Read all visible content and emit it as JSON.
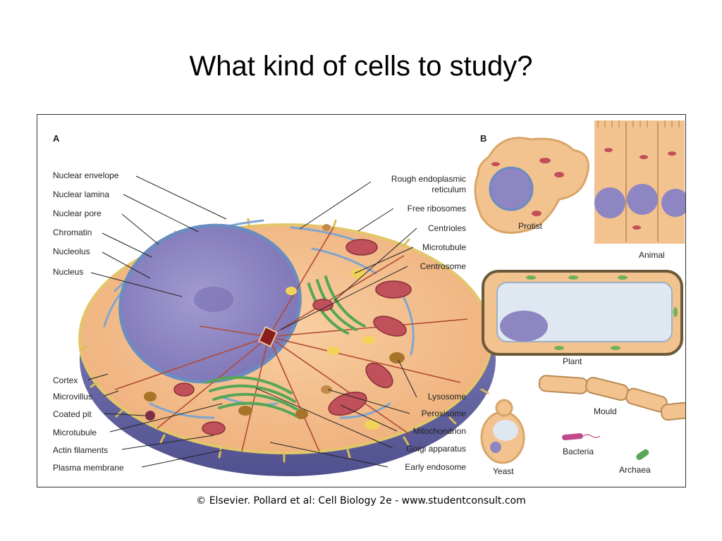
{
  "slide": {
    "title": "What kind of cells to study?",
    "caption": "© Elsevier. Pollard et al: Cell Biology 2e - www.studentconsult.com"
  },
  "panel_a": {
    "letter": "A",
    "labels_left": {
      "nuclear_envelope": "Nuclear envelope",
      "nuclear_lamina": "Nuclear lamina",
      "nuclear_pore": "Nuclear pore",
      "chromatin": "Chromatin",
      "nucleolus": "Nucleolus",
      "nucleus": "Nucleus",
      "cortex": "Cortex",
      "microvillus": "Microvillus",
      "coated_pit": "Coated pit",
      "microtubule": "Microtubule",
      "actin_filaments": "Actin filaments",
      "plasma_membrane": "Plasma membrane"
    },
    "labels_right": {
      "rough_er_line1": "Rough endoplasmic",
      "rough_er_line2": "reticulum",
      "free_ribosomes": "Free ribosomes",
      "centrioles": "Centrioles",
      "microtubule": "Microtubule",
      "centrosome": "Centrosome",
      "lysosome": "Lysosome",
      "peroxisome": "Peroxisome",
      "mitochondrion": "Mitochondrion",
      "golgi": "Golgi apparatus",
      "early_endosome": "Early endosome"
    }
  },
  "panel_b": {
    "letter": "B",
    "protist": "Protist",
    "animal": "Animal",
    "plant": "Plant",
    "mould": "Mould",
    "yeast": "Yeast",
    "bacteria": "Bacteria",
    "archaea": "Archaea"
  },
  "colors": {
    "nucleus": "#8e86c2",
    "cytoplasm": "#f2b98a",
    "cell_base": "#6f6fb0",
    "golgi": "#58a55a",
    "mitochondria": "#c0505a",
    "membrane": "#e8d27a"
  }
}
